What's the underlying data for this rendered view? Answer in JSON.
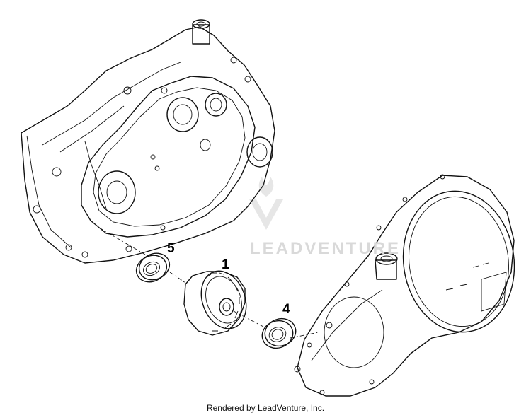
{
  "diagram": {
    "callouts": [
      {
        "id": "1",
        "label": "1"
      },
      {
        "id": "4",
        "label": "4"
      },
      {
        "id": "5",
        "label": "5"
      }
    ],
    "watermark_text": "LEADVENTURE",
    "footer_text": "Rendered by LeadVenture, Inc."
  }
}
